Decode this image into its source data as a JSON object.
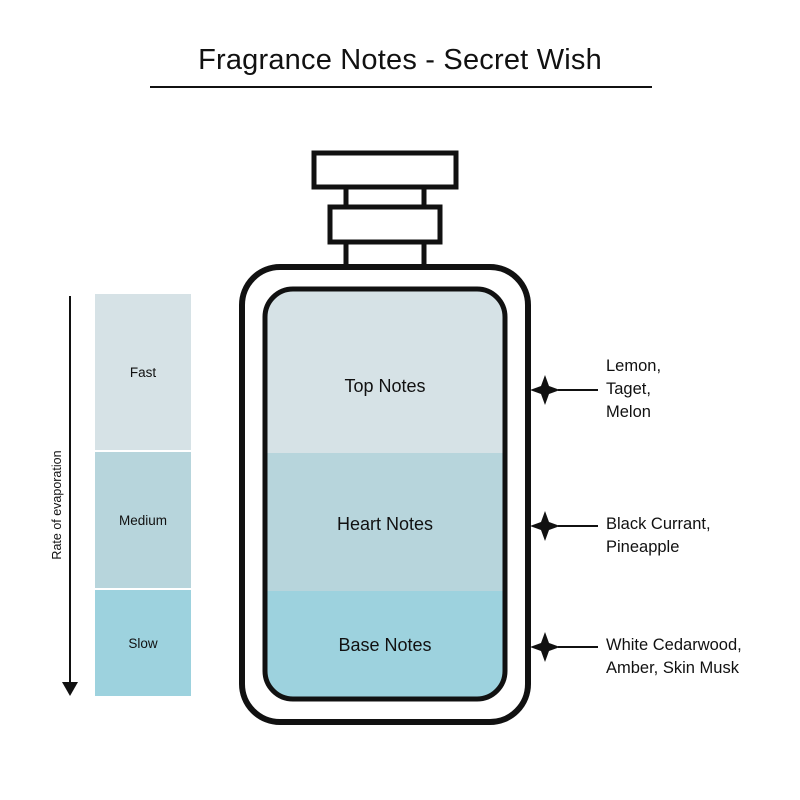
{
  "title": "Fragrance Notes - Secret Wish",
  "axis_label": "Rate of evaporation",
  "colors": {
    "fast": "#d6e2e6",
    "medium": "#b7d5dc",
    "slow": "#9dd2de",
    "outline": "#111111"
  },
  "levels": [
    {
      "label": "Fast"
    },
    {
      "label": "Medium"
    },
    {
      "label": "Slow"
    }
  ],
  "zones": [
    {
      "label": "Top Notes",
      "notes": [
        "Lemon,",
        "Taget,",
        "Melon"
      ]
    },
    {
      "label": "Heart Notes",
      "notes": [
        "Black Currant,",
        "Pineapple"
      ]
    },
    {
      "label": "Base Notes",
      "notes": [
        "White Cedarwood,",
        "Amber, Skin Musk"
      ]
    }
  ]
}
